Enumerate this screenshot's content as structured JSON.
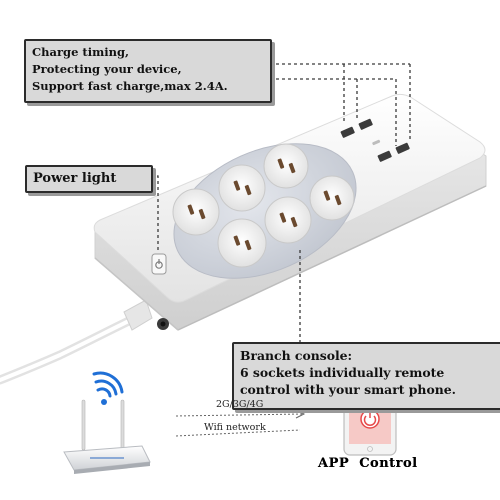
{
  "callouts": {
    "charge_timing": [
      "Charge timing,",
      "Protecting your device,",
      "Support fast charge,max 2.4A."
    ],
    "power_light": "Power light",
    "branch_console": [
      "Branch console:",
      "6 sockets individually remote",
      "control with your smart phone."
    ]
  },
  "network": {
    "mobile_label": "2G/3G/4G",
    "wifi_label": "Wifi network"
  },
  "app_label": "APP  Control",
  "colors": {
    "strip_body": "#f4f4f4",
    "socket_panel": "#cfd3dc",
    "callout_fill": "#d9d9d9",
    "wifi_blue": "#1f6fd6",
    "app_screen": "#f6c9c6",
    "power_icon": "#e74a4a"
  },
  "icons": [
    "wifi-signal-icon",
    "power-icon",
    "usb-port-icon",
    "socket-icon",
    "router-icon",
    "smartphone-icon",
    "arrow-icon"
  ]
}
